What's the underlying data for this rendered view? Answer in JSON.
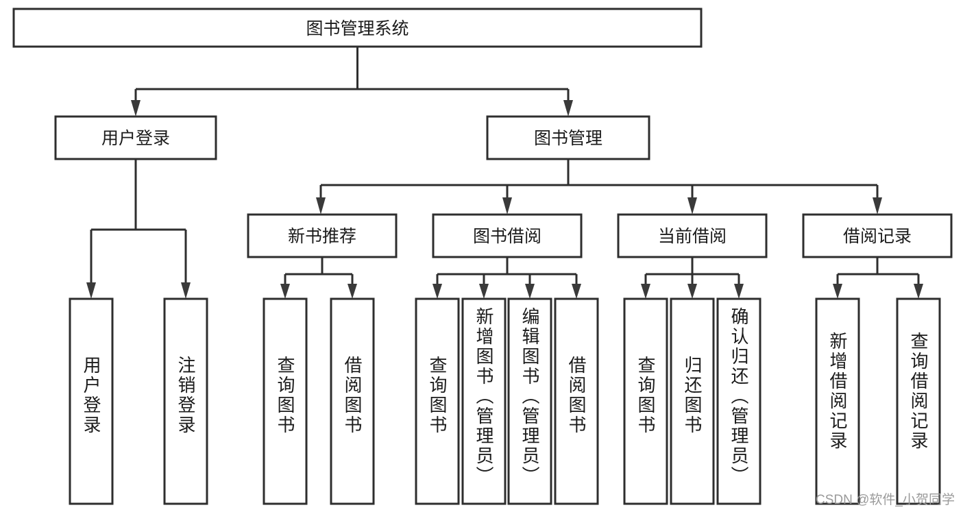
{
  "diagram": {
    "type": "tree",
    "title": "图书管理系统",
    "watermark": "CSDN @软件_小贺同学",
    "colors": {
      "box_stroke": "#2e2e2e",
      "box_fill": "#ffffff",
      "connector": "#2e2e2e",
      "arrow": "#3a3a3a",
      "text": "#1b1b1b",
      "watermark": "#9a9a9a",
      "background": "#ffffff"
    },
    "levels": {
      "root": "图书管理系统",
      "level2": [
        "用户登录",
        "图书管理"
      ],
      "level3": [
        "新书推荐",
        "图书借阅",
        "当前借阅",
        "借阅记录"
      ],
      "level4": [
        "用户登录",
        "注销登录",
        "查询图书",
        "借阅图书",
        "查询图书",
        "新增图书（管理员）",
        "编辑图书（管理员）",
        "借阅图书",
        "查询图书",
        "归还图书",
        "确认归还（管理员）",
        "新增借阅记录",
        "查询借阅记录"
      ]
    },
    "nodes": {
      "root": {
        "label": "图书管理系统"
      },
      "user_login": {
        "label": "用户登录"
      },
      "book_manage": {
        "label": "图书管理"
      },
      "new_book_rec": {
        "label": "新书推荐"
      },
      "book_borrow": {
        "label": "图书借阅"
      },
      "current_borrow": {
        "label": "当前借阅"
      },
      "borrow_record": {
        "label": "借阅记录"
      },
      "leaf_user_login": {
        "label": "用户登录"
      },
      "leaf_logout": {
        "label": "注销登录"
      },
      "leaf_query_book_a": {
        "label": "查询图书"
      },
      "leaf_borrow_book_a": {
        "label": "借阅图书"
      },
      "leaf_query_book_b": {
        "label": "查询图书"
      },
      "leaf_add_book": {
        "label": "新增图书（管理员）"
      },
      "leaf_edit_book": {
        "label": "编辑图书（管理员）"
      },
      "leaf_borrow_book_b": {
        "label": "借阅图书"
      },
      "leaf_query_book_c": {
        "label": "查询图书"
      },
      "leaf_return_book": {
        "label": "归还图书"
      },
      "leaf_confirm_return": {
        "label": "确认归还（管理员）"
      },
      "leaf_add_record": {
        "label": "新增借阅记录"
      },
      "leaf_query_record": {
        "label": "查询借阅记录"
      }
    },
    "edges": [
      {
        "from": "root",
        "to": "user_login"
      },
      {
        "from": "root",
        "to": "book_manage"
      },
      {
        "from": "user_login",
        "to": "leaf_user_login"
      },
      {
        "from": "user_login",
        "to": "leaf_logout"
      },
      {
        "from": "book_manage",
        "to": "new_book_rec"
      },
      {
        "from": "book_manage",
        "to": "book_borrow"
      },
      {
        "from": "book_manage",
        "to": "current_borrow"
      },
      {
        "from": "book_manage",
        "to": "borrow_record"
      },
      {
        "from": "new_book_rec",
        "to": "leaf_query_book_a"
      },
      {
        "from": "new_book_rec",
        "to": "leaf_borrow_book_a"
      },
      {
        "from": "book_borrow",
        "to": "leaf_query_book_b"
      },
      {
        "from": "book_borrow",
        "to": "leaf_add_book"
      },
      {
        "from": "book_borrow",
        "to": "leaf_edit_book"
      },
      {
        "from": "book_borrow",
        "to": "leaf_borrow_book_b"
      },
      {
        "from": "current_borrow",
        "to": "leaf_query_book_c"
      },
      {
        "from": "current_borrow",
        "to": "leaf_return_book"
      },
      {
        "from": "current_borrow",
        "to": "leaf_confirm_return"
      },
      {
        "from": "borrow_record",
        "to": "leaf_add_record"
      },
      {
        "from": "borrow_record",
        "to": "leaf_query_record"
      }
    ]
  }
}
